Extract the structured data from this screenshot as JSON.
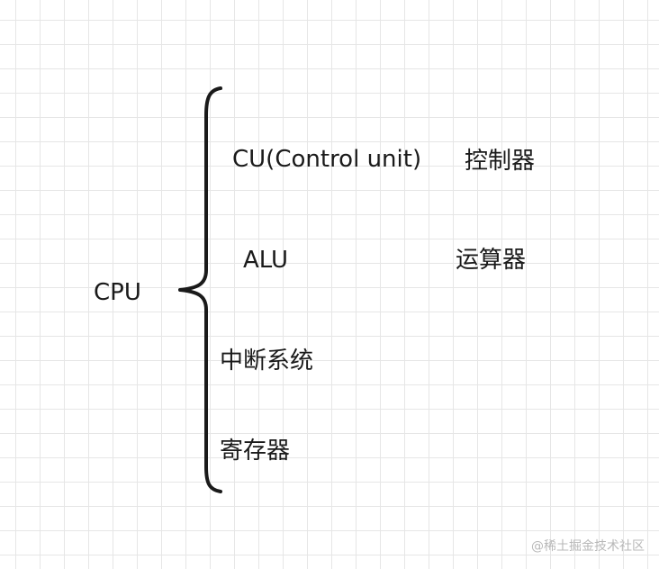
{
  "diagram": {
    "root": "CPU",
    "items": [
      {
        "label": "CU(Control unit)",
        "desc": "控制器"
      },
      {
        "label": "ALU",
        "desc": "运算器"
      },
      {
        "label": "中断系统",
        "desc": ""
      },
      {
        "label": "寄存器",
        "desc": ""
      }
    ]
  },
  "watermark": "@稀土掘金技术社区"
}
